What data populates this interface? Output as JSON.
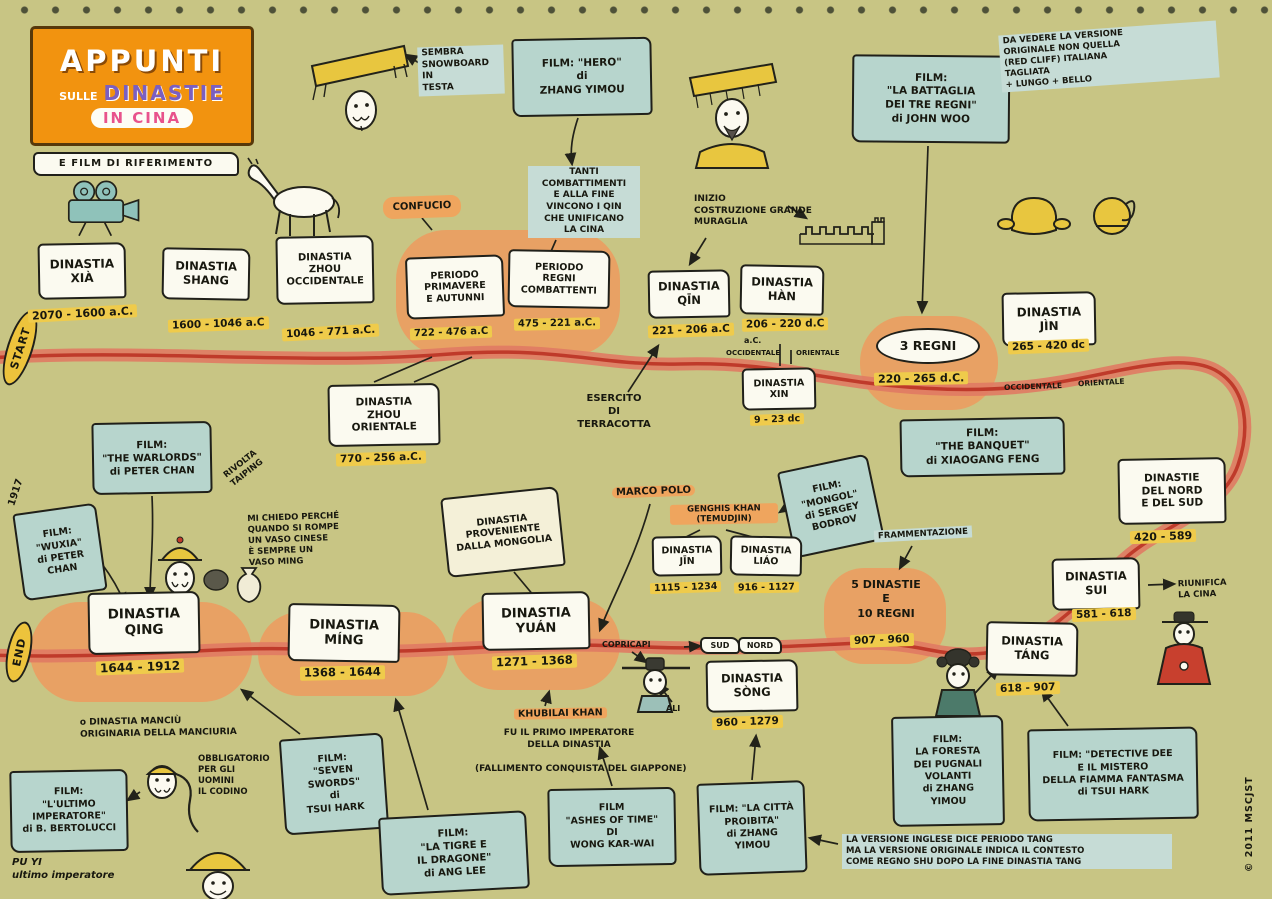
{
  "header": {
    "title_word1": "APPUNTI",
    "title_word2": "SULLE",
    "title_word3": "DINASTIE",
    "title_word4": "IN CINA",
    "subtitle": "E FILM DI RIFERIMENTO"
  },
  "timeline": {
    "start": "START",
    "end": "END",
    "credit": "© 2011 MSCJST"
  },
  "palette": {
    "background": "#c8c584",
    "timeline_band": "#e07a63",
    "timeline_line": "#bf3a2a",
    "period_blob": "#e8a164",
    "film_box": "#b7d5cd",
    "date_highlight": "#efcb4b",
    "orange_highlight": "#efa55e",
    "blue_highlight": "#c6dcd6",
    "title_card": "#f2930f"
  },
  "dynasties": {
    "xia": {
      "name": "DINASTIA\nXIÀ",
      "date": "2070 - 1600 a.C."
    },
    "shang": {
      "name": "DINASTIA\nSHANG",
      "date": "1600 - 1046 a.C"
    },
    "zhou_occ": {
      "name": "DINASTIA\nZHOU\nOCCIDENTALE",
      "date": "1046 - 771 a.C."
    },
    "primavere": {
      "name": "PERIODO\nPRIMAVERE\nE AUTUNNI",
      "date": "722 - 476 a.C"
    },
    "regni_comb": {
      "name": "PERIODO\nREGNI\nCOMBATTENTI",
      "date": "475 - 221 a.C."
    },
    "qin": {
      "name": "DINASTIA\nQĪN",
      "date": "221 - 206 a.C"
    },
    "han": {
      "name": "DINASTIA\nHÀN",
      "date": "206 - 220 d.C",
      "date_note": "a.C.",
      "label_west": "OCCIDENTALE",
      "label_east": "ORIENTALE"
    },
    "xin": {
      "name": "DINASTIA\nXIN",
      "date": "9 - 23 dc"
    },
    "tre_regni": {
      "name": "3 REGNI",
      "date": "220 - 265 d.C.",
      "label_west": "OCCIDENTALE",
      "label_east": "ORIENTALE"
    },
    "jin_dyn": {
      "name": "DINASTIA\nJÌN",
      "date": "265 - 420 dc"
    },
    "zhou_or": {
      "name": "DINASTIA\nZHOU\nORIENTALE",
      "date": "770 - 256 a.C."
    },
    "nord_sud": {
      "name": "DINASTIE\nDEL NORD\nE DEL SUD",
      "date": "420 - 589"
    },
    "sui": {
      "name": "DINASTIA\nSUI",
      "date": "581 - 618"
    },
    "tang": {
      "name": "DINASTIA\nTÁNG",
      "date": "618 - 907"
    },
    "cinque_dinastie": {
      "name": "5 DINASTIE\nE\n10 REGNI",
      "date": "907 - 960"
    },
    "jin_jurchen": {
      "name": "DINASTIA\nJĪN",
      "date": "1115 - 1234"
    },
    "liao": {
      "name": "DINASTIA\nLIÁO",
      "date": "916 - 1127"
    },
    "song": {
      "name": "DINASTIA\nSÒNG",
      "date": "960 - 1279",
      "label_sud": "SUD",
      "label_nord": "NORD"
    },
    "yuan": {
      "name": "DINASTIA\nYUÁN",
      "date": "1271 - 1368"
    },
    "ming": {
      "name": "DINASTIA\nMÍNG",
      "date": "1368 - 1644"
    },
    "qing": {
      "name": "DINASTIA\nQING",
      "date": "1644 - 1912"
    }
  },
  "films": {
    "hero": "FILM: \"HERO\"\ndi\nZHANG YIMOU",
    "tre_regni": "FILM:\n\"LA BATTAGLIA\nDEI TRE REGNI\"\ndi JOHN WOO",
    "banquet": "FILM:\n\"THE BANQUET\"\ndi XIAOGANG FENG",
    "mongol": "FILM:\n\"MONGOL\"\ndi SERGEY\nBODROV",
    "warlords": "FILM:\n\"THE WARLORDS\"\ndi PETER CHAN",
    "wuxia": "FILM:\n\"WUXIA\"\ndi PETER\nCHAN",
    "ultimo_imperatore": "FILM:\n\"L'ULTIMO\nIMPERATORE\"\ndi B. BERTOLUCCI",
    "seven_swords": "FILM:\n\"SEVEN\nSWORDS\"\ndi\nTSUI HARK",
    "tigre_dragone": "FILM:\n\"LA TIGRE E\nIL DRAGONE\"\ndi ANG LEE",
    "ashes_of_time": "FILM\n\"ASHES OF TIME\"\nDI\nWONG KAR-WAI",
    "citta_proibita": "FILM: \"LA CITTÀ\nPROIBITA\"\ndi ZHANG\nYIMOU",
    "foresta_pugnali": "FILM:\nLA FORESTA\nDEI PUGNALI\nVOLANTI\ndi ZHANG\nYIMOU",
    "detective_dee": "FILM: \"DETECTIVE DEE\nE IL MISTERO\nDELLA FIAMMA FANTASMA\ndi TSUI HARK"
  },
  "notes": {
    "snowboard": "SEMBRA\nSNOWBOARD\nIN\nTESTA",
    "confucio": "CONFUCIO",
    "qin_unificano": "TANTI\nCOMBATTIMENTI\nE ALLA FINE\nVINCONO I QIN\nCHE UNIFICANO\nLA CINA",
    "muraglia": "INIZIO\nCOSTRUZIONE GRANDE\nMURAGLIA",
    "red_cliff": "DA VEDERE LA VERSIONE\nORIGINALE NON QUELLA\n(RED CLIFF)   ITALIANA\nTAGLIATA\n+ LUNGO + BELLO",
    "esercito": "ESERCITO\nDI\nTERRACOTTA",
    "rivolta_taiping": "RIVOLTA\nTAIPING",
    "anno_1917": "1917",
    "vaso_ming": "MI CHIEDO PERCHÉ\nQUANDO SI ROMPE\nUN VASO CINESE\nÈ SEMPRE UN\nVASO MING",
    "mongolia": "DINASTIA\nPROVENIENTE\nDALLA MONGOLIA",
    "marco_polo": "MARCO POLO",
    "genghis": "GENGHIS KHAN\n(TEMUDJIN)",
    "frammentazione": "FRAMMENTAZIONE",
    "riunifica": "RIUNIFICA\nLA CINA",
    "manciu": "o  DINASTIA MANCIÙ\nORIGINARIA DELLA MANCIURIA",
    "khubilai_title": "KHUBILAI KHAN",
    "khubilai_body": "FU IL PRIMO IMPERATORE\nDELLA DINASTIA",
    "giappone": "(FALLIMENTO CONQUISTA DEL GIAPPONE)",
    "codino": "OBBLIGATORIO\nPER GLI\nUOMINI\nIL CODINO",
    "puyi": "PU YI\nultimo imperatore",
    "copricapi": "COPRICAPI",
    "ali": "ALI",
    "tang_versione": "LA VERSIONE INGLESE DICE PERIODO TANG\nMA LA VERSIONE ORIGINALE INDICA IL CONTESTO\nCOME REGNO SHU DOPO LA FINE DINASTIA TANG"
  }
}
